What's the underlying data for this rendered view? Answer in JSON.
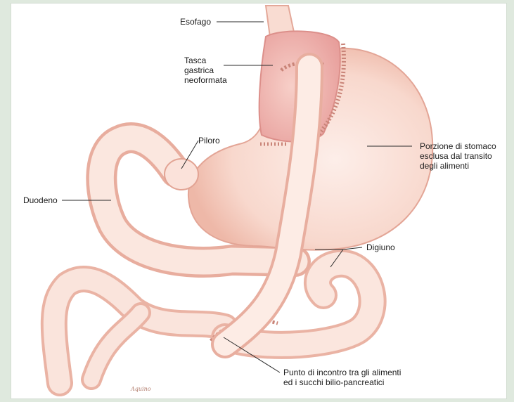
{
  "labels": {
    "esofago": "Esofago",
    "tasca": [
      "Tasca",
      "gastrica",
      "neoformata"
    ],
    "piloro": "Piloro",
    "duodeno": "Duodeno",
    "porzione": [
      "Porzione di stomaco",
      "esclusa dal transito",
      "degli alimenti"
    ],
    "digiuno": "Digiuno",
    "punto": [
      "Punto di incontro tra gli alimenti",
      "ed i succhi bilio-pancreatici"
    ]
  },
  "signature": "Aquino",
  "colors": {
    "background": "#dfe9de",
    "tissue": "#f9ddd3",
    "tissue_shade": "#e9a89a",
    "pouch": "#eeb0b0",
    "staples": "#c98478"
  }
}
